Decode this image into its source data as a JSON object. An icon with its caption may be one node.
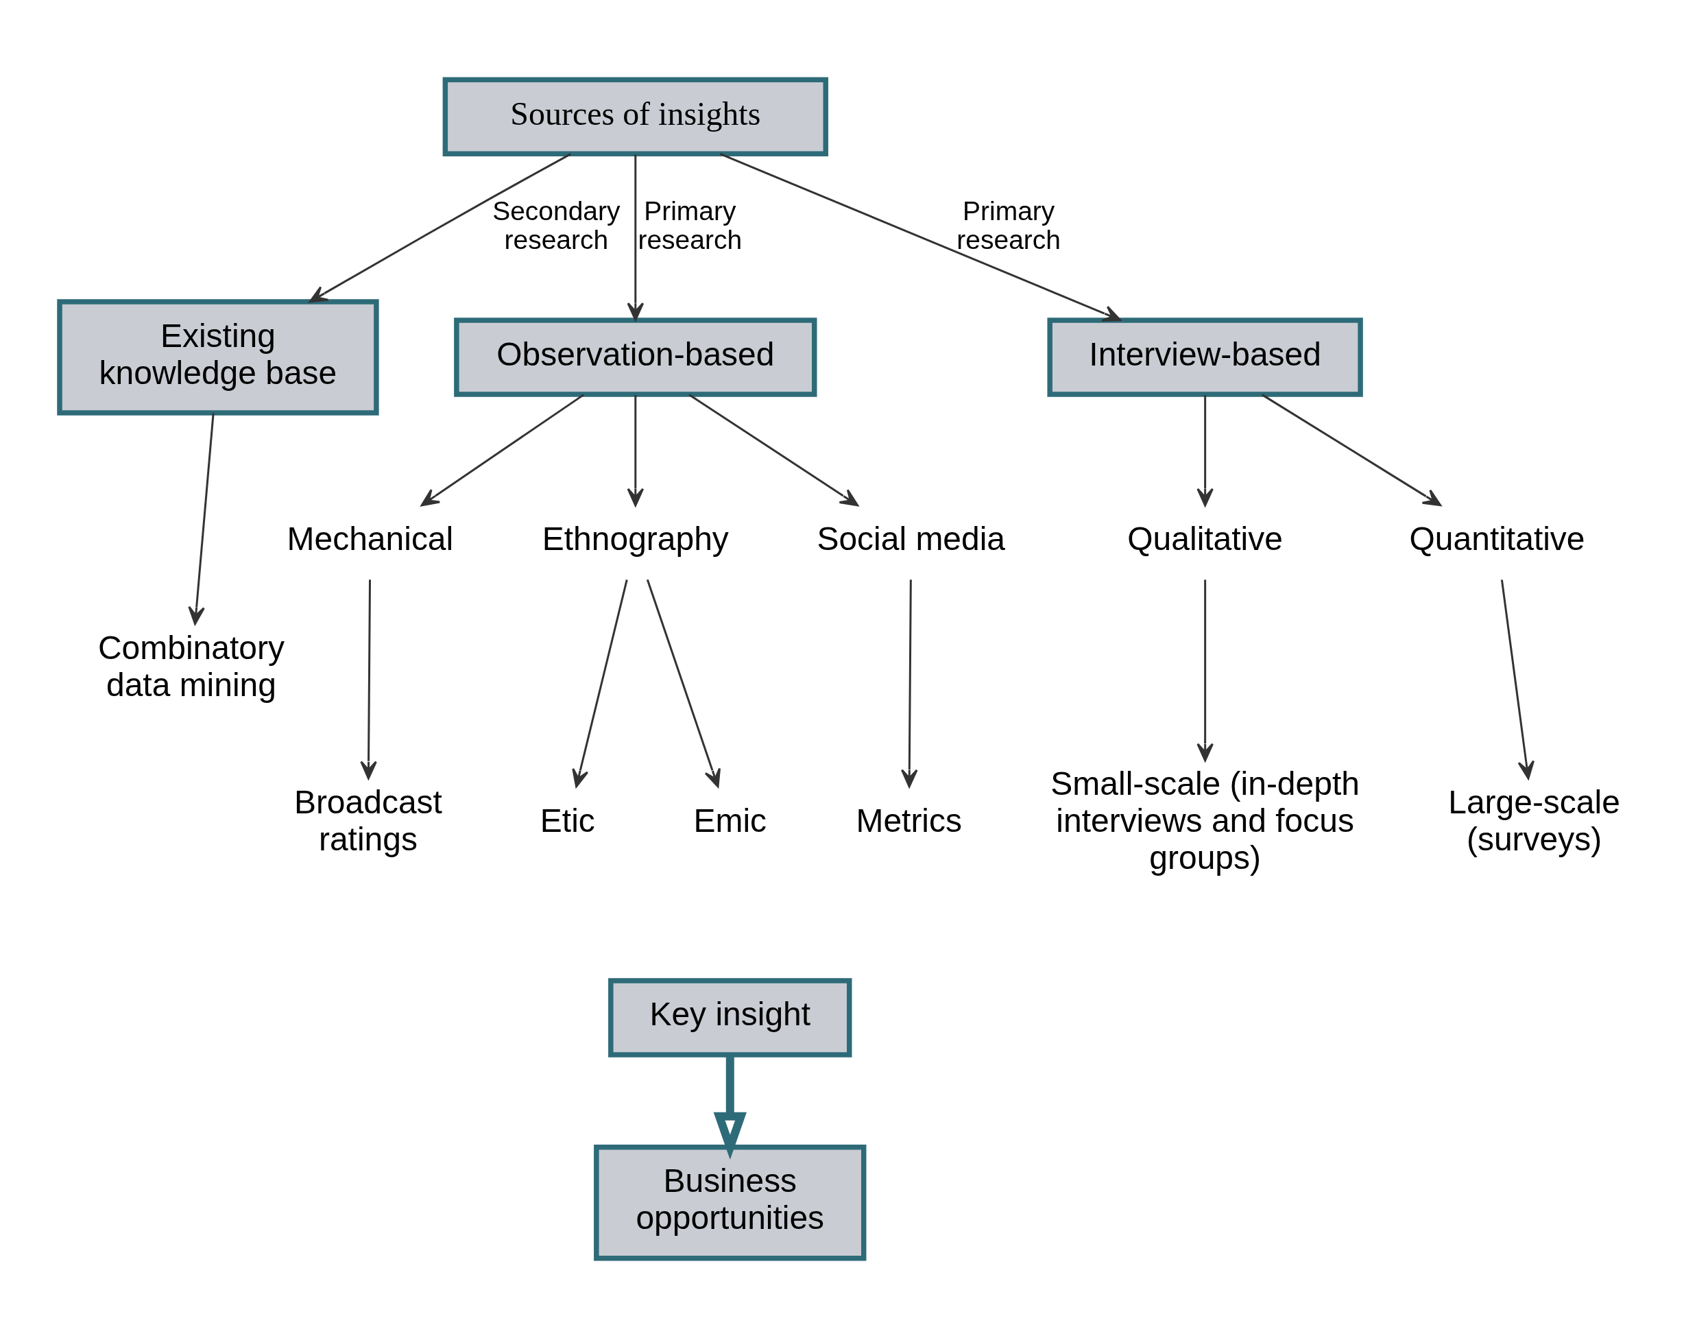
{
  "diagram": {
    "nodes": [
      {
        "text": [
          "Sources of insights"
        ]
      },
      {
        "text": [
          "Existing knowledge base"
        ]
      },
      {
        "text": [
          "Observation-based"
        ]
      },
      {
        "text": [
          "Interview-based"
        ]
      },
      {
        "text": [
          "Combinatory data mining"
        ]
      },
      {
        "text": [
          "Mechanical"
        ]
      },
      {
        "text": [
          "Ethnography"
        ]
      },
      {
        "text": [
          "Social media"
        ]
      },
      {
        "text": [
          "Qualitative"
        ]
      },
      {
        "text": [
          "Quantitative"
        ]
      },
      {
        "text": [
          "Broadcast ratings"
        ]
      },
      {
        "text": [
          "Etic"
        ]
      },
      {
        "text": [
          "Emic"
        ]
      },
      {
        "text": [
          "Metrics"
        ]
      },
      {
        "text": [
          "Small-scale (in-depth interviews and focus groups)"
        ]
      },
      {
        "text": [
          "Large-scale (surveys)"
        ]
      },
      {
        "text": [
          "Key insight"
        ]
      },
      {
        "text": [
          "Business opportunities"
        ]
      }
    ],
    "edges": [
      {
        "from": 0,
        "to": 1,
        "arrow": "to",
        "label": "Secondary research"
      },
      {
        "from": 0,
        "to": 2,
        "arrow": "to",
        "label": "Primary research"
      },
      {
        "from": 0,
        "to": 3,
        "arrow": "to",
        "label": "Primary research"
      },
      {
        "from": 1,
        "to": 4,
        "arrow": "to"
      },
      {
        "from": 2,
        "to": 5,
        "arrow": "to"
      },
      {
        "from": 2,
        "to": 6,
        "arrow": "to"
      },
      {
        "from": 2,
        "to": 7,
        "arrow": "to"
      },
      {
        "from": 3,
        "to": 8,
        "arrow": "to"
      },
      {
        "from": 3,
        "to": 9,
        "arrow": "to"
      },
      {
        "from": 5,
        "to": 10,
        "arrow": "to"
      },
      {
        "from": 6,
        "to": 11,
        "arrow": "to"
      },
      {
        "from": 6,
        "to": 12,
        "arrow": "to"
      },
      {
        "from": 7,
        "to": 13,
        "arrow": "to"
      },
      {
        "from": 8,
        "to": 14,
        "arrow": "to"
      },
      {
        "from": 9,
        "to": 15,
        "arrow": "to"
      },
      {
        "from": 16,
        "to": 17,
        "arrow": "to",
        "style": "thick",
        "color": "#2e6b78"
      }
    ]
  }
}
